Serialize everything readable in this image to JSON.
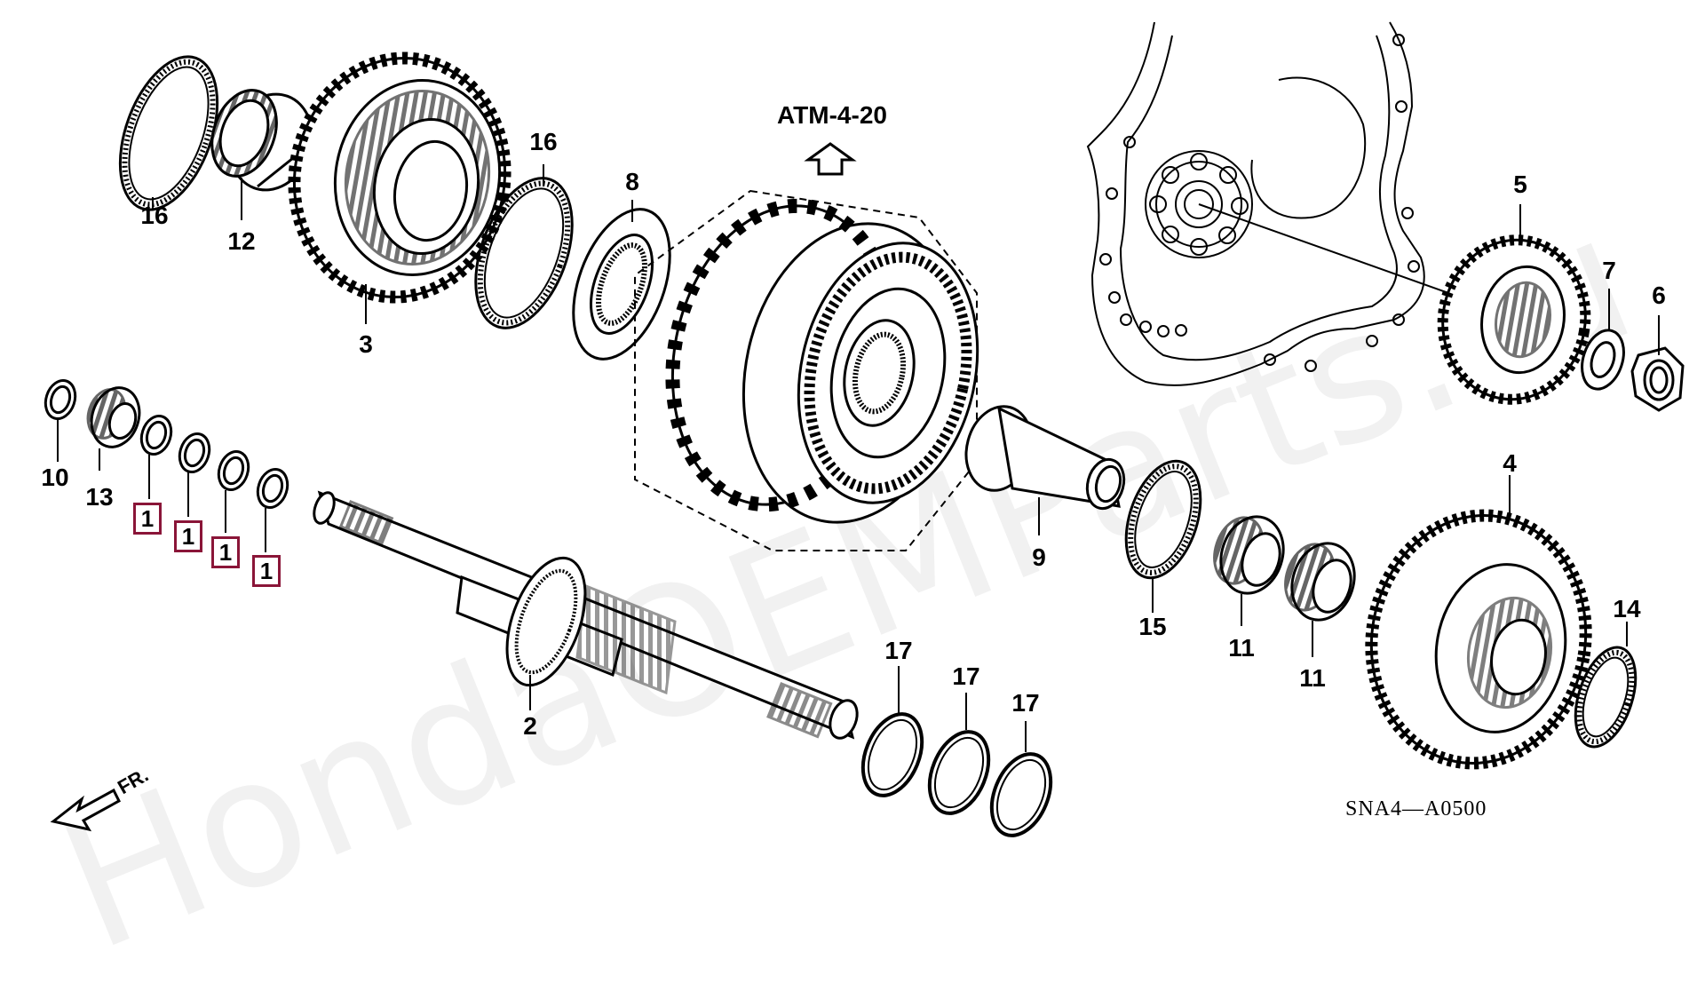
{
  "reference_label": "ATM-4-20",
  "direction_label": "FR.",
  "diagram_code": "SNA4—A0500",
  "watermark": "HondaOEMParts.ru",
  "accent_color": "#8a1538",
  "callouts": {
    "c16a": "16",
    "c12": "12",
    "c3": "3",
    "c16b": "16",
    "c8": "8",
    "c5": "5",
    "c7": "7",
    "c6": "6",
    "c10": "10",
    "c13": "13",
    "c9": "9",
    "c4": "4",
    "c2": "2",
    "c15": "15",
    "c11a": "11",
    "c11b": "11",
    "c14": "14",
    "c17a": "17",
    "c17b": "17",
    "c17c": "17"
  },
  "boxed_callouts": [
    "1",
    "1",
    "1",
    "1"
  ]
}
